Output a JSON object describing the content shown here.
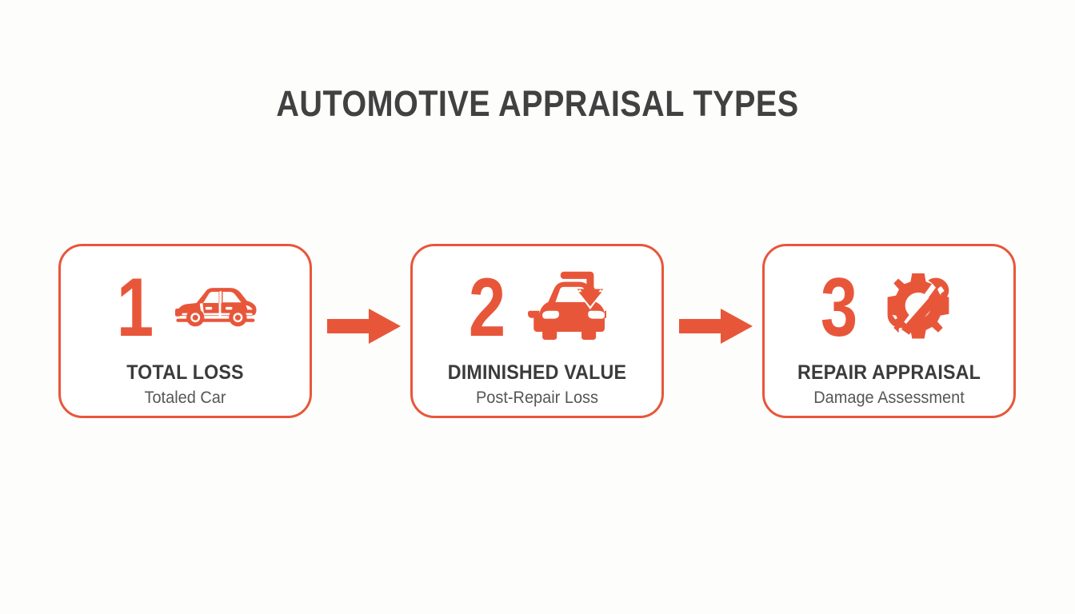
{
  "header": {
    "title": "AUTOMOTIVE APPRAISAL TYPES"
  },
  "theme": {
    "accent": "#E8563A",
    "title_color": "#414141",
    "subtitle_color": "#565656",
    "background": "#FDFDFC",
    "card_background": "#FFFFFF"
  },
  "steps": [
    {
      "number": "1",
      "title": "TOTAL LOSS",
      "subtitle": "Totaled Car",
      "icon": "car-side-icon"
    },
    {
      "number": "2",
      "title": "DIMINISHED VALUE",
      "subtitle": "Post-Repair Loss",
      "icon": "car-front-down-arrow-icon"
    },
    {
      "number": "3",
      "title": "REPAIR APPRAISAL",
      "subtitle": "Damage Assessment",
      "icon": "gear-wrench-icon"
    }
  ],
  "connectors": [
    {
      "icon": "arrow-right-icon"
    },
    {
      "icon": "arrow-right-icon"
    }
  ]
}
